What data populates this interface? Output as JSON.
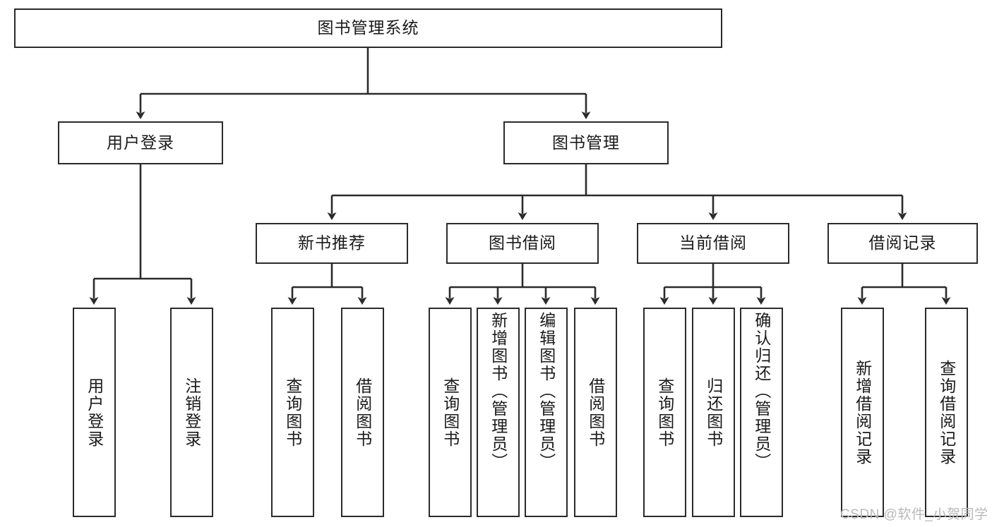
{
  "diagram": {
    "title": "图书管理系统",
    "type": "hierarchy-tree",
    "levels": 4,
    "nodes": {
      "root": {
        "label": "图书管理系统"
      },
      "level2": [
        {
          "id": "user-login",
          "label": "用户登录"
        },
        {
          "id": "book-manage",
          "label": "图书管理"
        }
      ],
      "level3": [
        {
          "id": "new-book-recommend",
          "label": "新书推荐"
        },
        {
          "id": "book-borrow",
          "label": "图书借阅"
        },
        {
          "id": "current-borrow",
          "label": "当前借阅"
        },
        {
          "id": "borrow-record",
          "label": "借阅记录"
        }
      ],
      "leaves": [
        {
          "id": "leaf-user-login",
          "label": "用户登录",
          "parent": "user-login"
        },
        {
          "id": "leaf-logout",
          "label": "注销登录",
          "parent": "user-login"
        },
        {
          "id": "leaf-query-book-1",
          "label": "查询图书",
          "parent": "new-book-recommend"
        },
        {
          "id": "leaf-borrow-book-1",
          "label": "借阅图书",
          "parent": "new-book-recommend"
        },
        {
          "id": "leaf-query-book-2",
          "label": "查询图书",
          "parent": "book-borrow"
        },
        {
          "id": "leaf-add-book",
          "label": "新增图书（管理员）",
          "parent": "book-borrow"
        },
        {
          "id": "leaf-edit-book",
          "label": "编辑图书（管理员）",
          "parent": "book-borrow"
        },
        {
          "id": "leaf-borrow-book-2",
          "label": "借阅图书",
          "parent": "book-borrow"
        },
        {
          "id": "leaf-query-book-3",
          "label": "查询图书",
          "parent": "current-borrow"
        },
        {
          "id": "leaf-return-book",
          "label": "归还图书",
          "parent": "current-borrow"
        },
        {
          "id": "leaf-confirm-return",
          "label": "确认归还（管理员）",
          "parent": "current-borrow"
        },
        {
          "id": "leaf-add-record",
          "label": "新增借阅记录",
          "parent": "borrow-record"
        },
        {
          "id": "leaf-query-record",
          "label": "查询借阅记录",
          "parent": "borrow-record"
        }
      ]
    },
    "colors": {
      "border": "#2b2b2b",
      "background": "#ffffff",
      "text": "#1a1a1a",
      "edge": "#2b2b2b",
      "watermark": "#b9b9b9"
    }
  },
  "watermark": {
    "text": "CSDN @软件_小贺同学"
  }
}
